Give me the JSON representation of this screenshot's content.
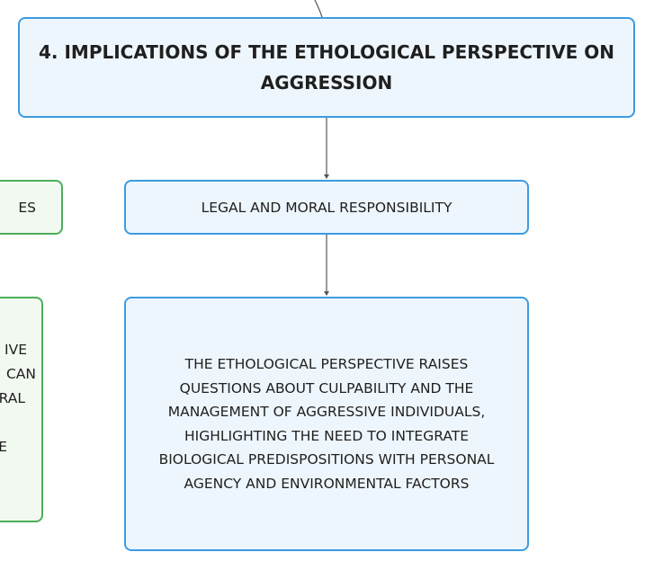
{
  "nodes": {
    "main": "4. IMPLICATIONS OF THE ETHOLOGICAL PERSPECTIVE ON AGGRESSION",
    "sub": "LEGAL AND MORAL RESPONSIBILITY",
    "detail": "THE ETHOLOGICAL PERSPECTIVE RAISES QUESTIONS ABOUT CULPABILITY AND THE MANAGEMENT OF AGGRESSIVE INDIVIDUALS, HIGHLIGHTING THE NEED TO INTEGRATE BIOLOGICAL PREDISPOSITIONS WITH PERSONAL AGENCY AND ENVIRONMENTAL FACTORS",
    "left_top": "ES",
    "left_bottom_lines": [
      "IVE",
      "CAN",
      "RAL",
      "",
      "E"
    ]
  },
  "colors": {
    "blue_border": "#3d9be0",
    "green_border": "#4cae5a",
    "connector": "#555555"
  }
}
